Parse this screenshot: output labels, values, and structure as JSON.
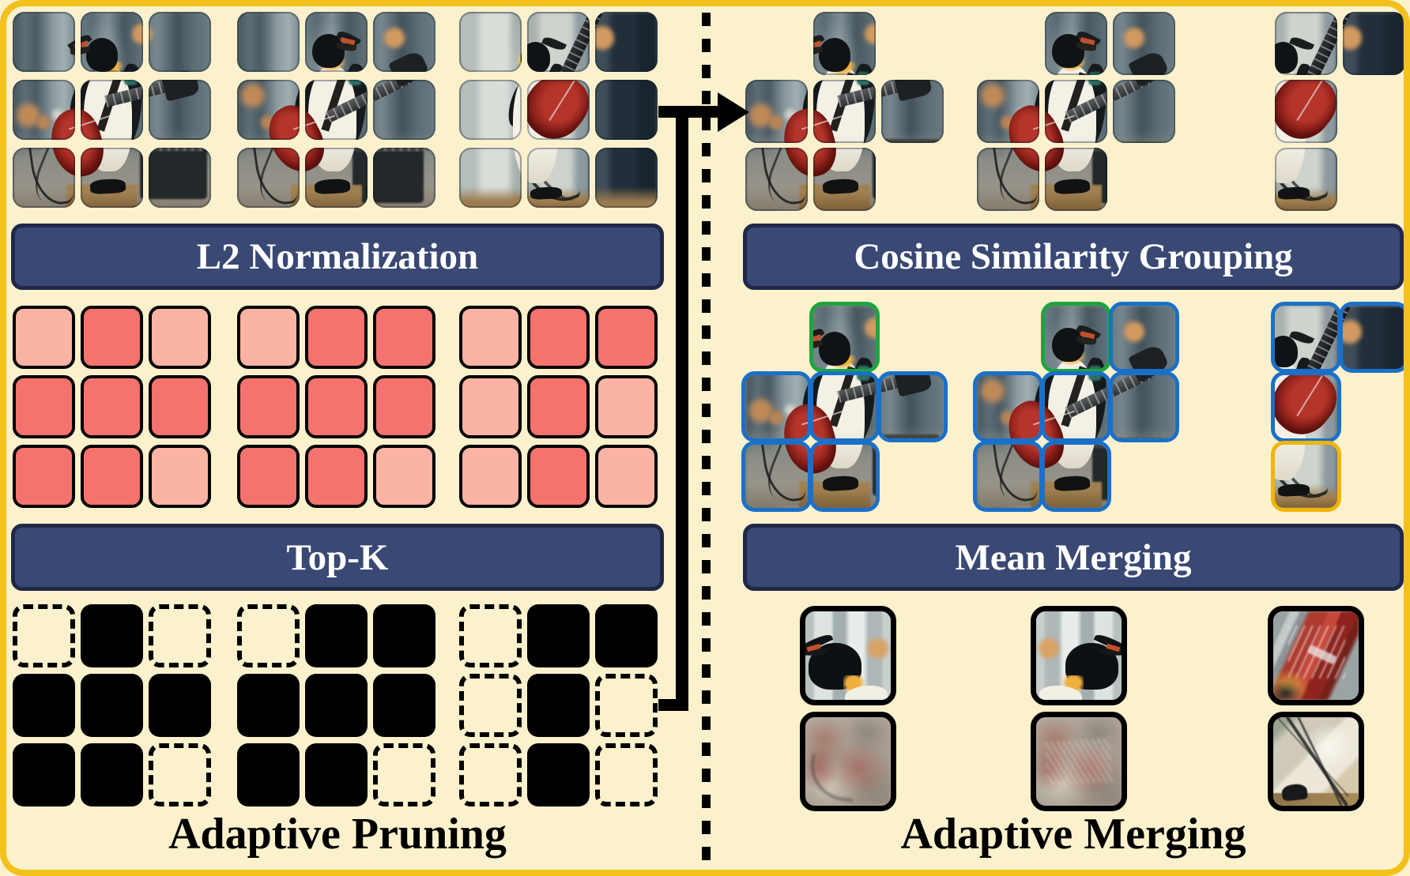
{
  "left_panel": {
    "title": "Adaptive Pruning",
    "l2_banner": "L2 Normalization",
    "topk_banner": "Top-K",
    "importance_groups": [
      [
        "low",
        "high",
        "low",
        "high",
        "high",
        "high",
        "high",
        "high",
        "low"
      ],
      [
        "low",
        "high",
        "high",
        "high",
        "high",
        "high",
        "high",
        "high",
        "low"
      ],
      [
        "low",
        "high",
        "high",
        "low",
        "high",
        "low",
        "low",
        "high",
        "low"
      ]
    ],
    "selection_groups": [
      [
        "pruned",
        "kept",
        "pruned",
        "kept",
        "kept",
        "kept",
        "kept",
        "kept",
        "pruned"
      ],
      [
        "pruned",
        "kept",
        "kept",
        "kept",
        "kept",
        "kept",
        "kept",
        "kept",
        "pruned"
      ],
      [
        "pruned",
        "kept",
        "kept",
        "pruned",
        "kept",
        "pruned",
        "pruned",
        "kept",
        "pruned"
      ]
    ]
  },
  "right_panel": {
    "title": "Adaptive Merging",
    "cosine_banner": "Cosine Similarity Grouping",
    "merging_banner": "Mean Merging",
    "kept_groups": [
      [
        1,
        3,
        4,
        5,
        6,
        7
      ],
      [
        1,
        2,
        3,
        4,
        5,
        6,
        7
      ],
      [
        1,
        2,
        4,
        7
      ]
    ],
    "similarity_groups": [
      {
        "1": "green",
        "3": "blue",
        "4": "blue",
        "5": "blue",
        "6": "blue",
        "7": "blue"
      },
      {
        "1": "green",
        "2": "blue",
        "3": "blue",
        "4": "blue",
        "5": "blue",
        "6": "blue",
        "7": "blue"
      },
      {
        "1": "blue",
        "2": "blue",
        "4": "blue",
        "7": "yellow"
      }
    ],
    "merged_columns": [
      [
        {
          "border": "green",
          "content": "penguin-head"
        },
        {
          "border": "blue",
          "content": "blended-body"
        }
      ],
      [
        {
          "border": "green",
          "content": "penguin-head-mirrored"
        },
        {
          "border": "blue",
          "content": "blended-strings"
        }
      ],
      [
        {
          "border": "blue",
          "content": "blended-guitar"
        },
        {
          "border": "yellow",
          "content": "penguin-foot-cables"
        }
      ]
    ]
  },
  "icons": {
    "flow_arrow": "thick-right-arrow",
    "divider_style": "vertical-dotted-line"
  },
  "colors": {
    "canvas_cream": "#FBF1CC",
    "frame_gold": "#F2C11C",
    "banner_navy": "#3A4874",
    "banner_border": "#1F2847",
    "score_high": "#F4736F",
    "score_low": "#FBB3A4",
    "mask_black": "#000000",
    "group_green": "#1CA53F",
    "group_blue": "#1A70C8",
    "group_yellow": "#F1B505"
  }
}
